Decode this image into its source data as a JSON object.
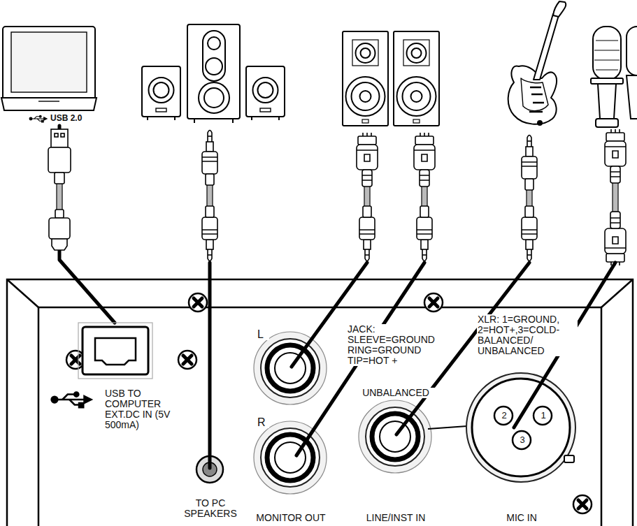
{
  "diagram": {
    "nodes": [
      {
        "text": [
          "USB 2.0"
        ]
      },
      {
        "text": [
          "USB TO COMPUTER EXT.DC IN (5V 500mA)"
        ]
      }
    ],
    "edges": [
      {
        "from": 0,
        "to": 1,
        "arrow": "none"
      }
    ],
    "labels": [
      "L",
      "JACK: SLEEVE=GROUND RING=GROUND TIP=HOT +",
      "XLR: 1=GROUND, 2=HOT+,3=COLD- BALANCED/ UNBALANCED",
      "R",
      "UNBALANCED",
      "2",
      "1",
      "3",
      "TO PC SPEAKERS",
      "MONITOR OUT",
      "LINE/INST IN",
      "MIC IN"
    ]
  }
}
